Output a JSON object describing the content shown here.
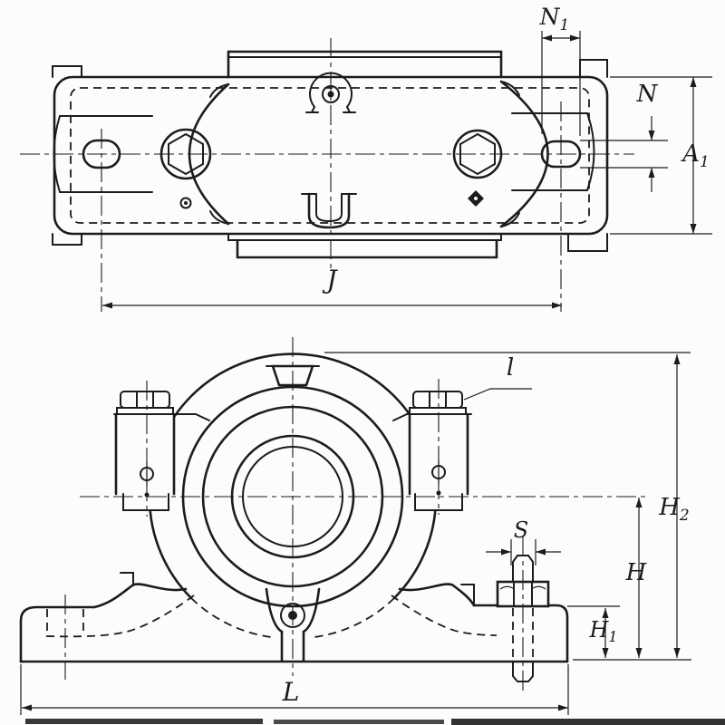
{
  "colors": {
    "ink": "#1c1c1c",
    "paper": "#fcfcfc"
  },
  "labels": {
    "N1": {
      "base": "N",
      "sub": "1"
    },
    "N": {
      "base": "N",
      "sub": ""
    },
    "A1": {
      "base": "A",
      "sub": "1"
    },
    "J": {
      "base": "J",
      "sub": ""
    },
    "l": {
      "base": "l",
      "sub": ""
    },
    "H2": {
      "base": "H",
      "sub": "2"
    },
    "H": {
      "base": "H",
      "sub": ""
    },
    "H1": {
      "base": "H",
      "sub": "1"
    },
    "S": {
      "base": "S",
      "sub": ""
    },
    "L": {
      "base": "L",
      "sub": ""
    }
  }
}
